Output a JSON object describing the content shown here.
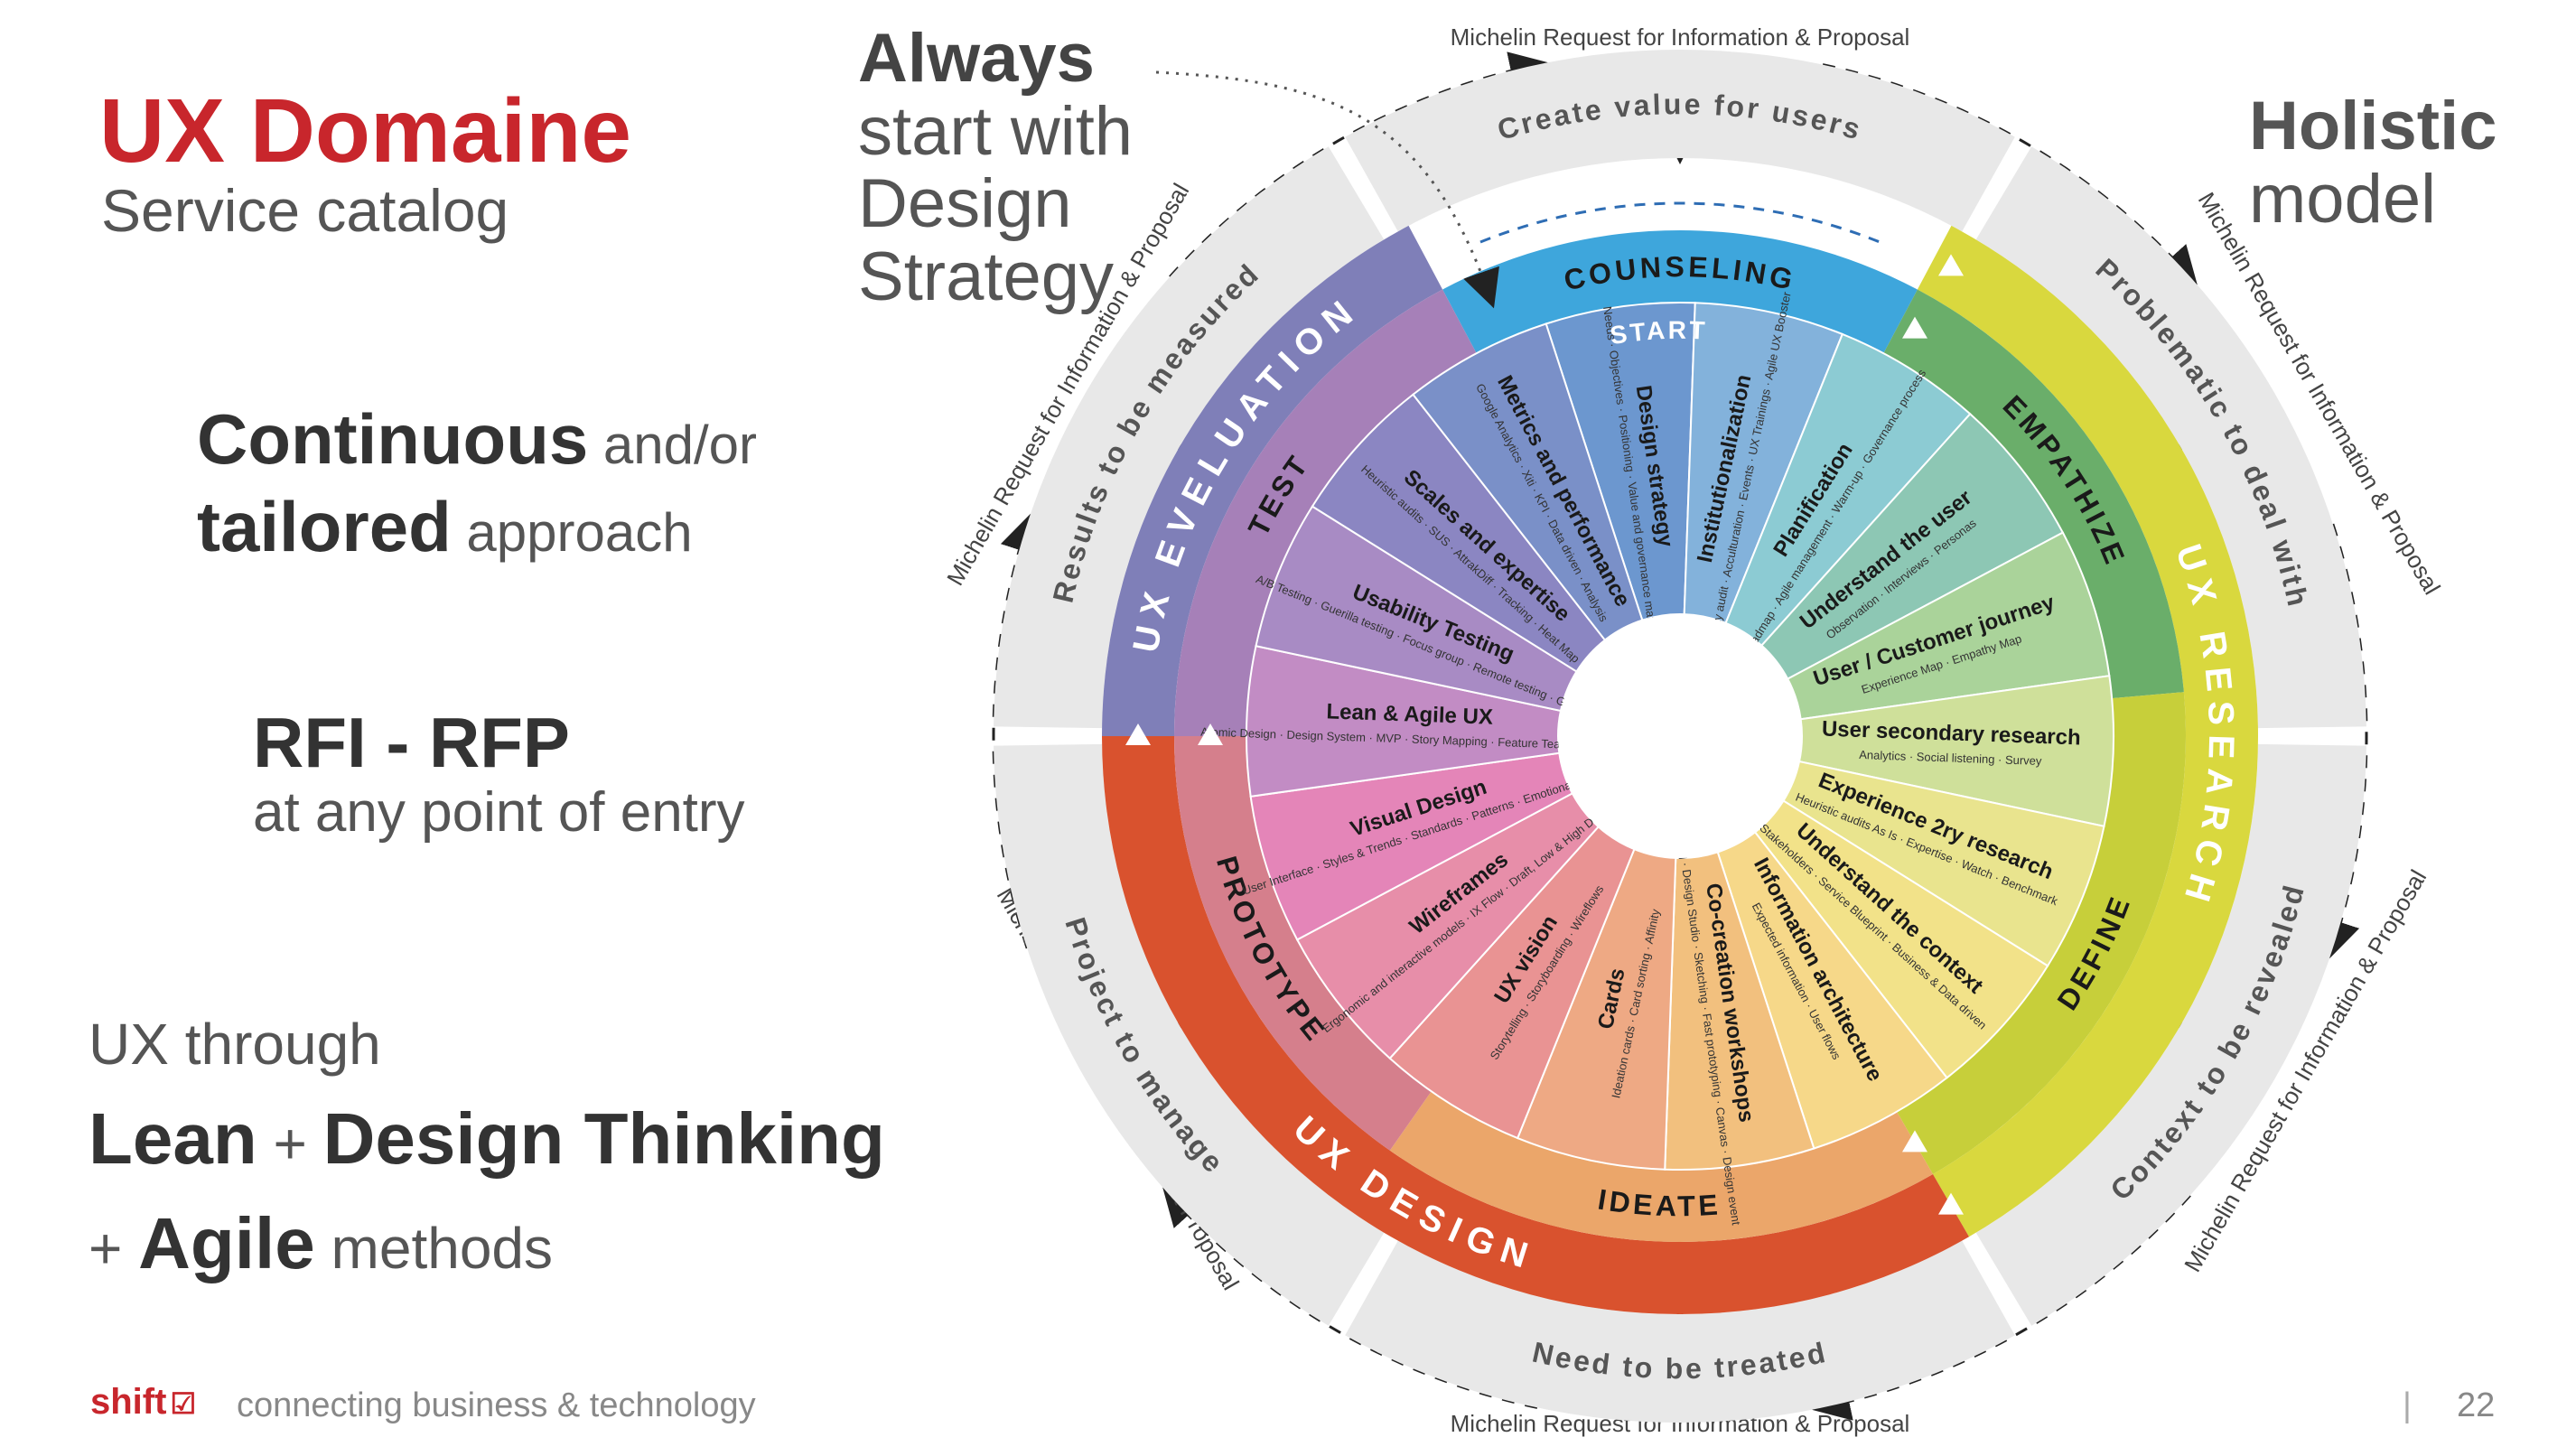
{
  "slide": {
    "title": "UX Domaine",
    "subtitle": "Service catalog",
    "always": {
      "bold": "Always",
      "line2": "start with",
      "line3": "Design",
      "line4": "Strategy"
    },
    "holistic": {
      "bold": "Holistic",
      "line2": "model"
    },
    "continuous": {
      "bold1": "Continuous",
      "rest1": " and/or",
      "bold2": "tailored",
      "rest2": " approach"
    },
    "rfi": {
      "bold": "RFI - RFP",
      "line2": "at any point of entry"
    },
    "lean": {
      "line1": "UX through",
      "bold1": "Lean",
      "plus1": " + ",
      "bold2": "Design Thinking",
      "plus2": "+ ",
      "bold3": "Agile",
      "rest": " methods"
    },
    "footer": {
      "logo": "shift",
      "tagline": "connecting business & technology",
      "separator": "|",
      "page_number": "22"
    }
  },
  "wheel": {
    "outer_ring": [
      "Create value for users",
      "Problematic to deal with",
      "Context to be revealed",
      "Need to be treated",
      "Project to manage",
      "Results to be measured"
    ],
    "rfp_labels": [
      "Michelin Request for Information & Proposal",
      "Michelin Request for Information & Proposal",
      "Michelin Request for Information & Proposal",
      "Michelin Request for Information & Proposal",
      "Michelin Request for Information & Proposal",
      "Michelin Request for Information & Proposal"
    ],
    "domains": [
      {
        "label": "UX RESEARCH",
        "color": "#d9d83e"
      },
      {
        "label": "UX DESIGN",
        "color": "#d9522e"
      },
      {
        "label": "UX EVELUATION",
        "color": "#7f7fb8"
      }
    ],
    "phases": [
      {
        "label": "COUNSELING",
        "color": "#3ea6dc"
      },
      {
        "label": "EMPATHIZE",
        "color": "#6aae6a"
      },
      {
        "label": "DEFINE",
        "color": "#c7cf3a"
      },
      {
        "label": "IDEATE",
        "color": "#eba66a"
      },
      {
        "label": "PROTOTYPE",
        "color": "#d57f8c"
      },
      {
        "label": "TEST",
        "color": "#a680b8"
      }
    ],
    "center_label": "START",
    "services": [
      {
        "name": "Design strategy",
        "sub": "Needs · Objectives · Positioning · Value and governance matrix",
        "color": "#6c97cf"
      },
      {
        "name": "Institutionalization",
        "sub": "Maturity audit · Acculturation · Events · UX Trainings · Agile UX Booster",
        "color": "#83b2db"
      },
      {
        "name": "Planification",
        "sub": "Roadmap · Agile management · Warm-up · Governance process",
        "color": "#8ccbd3"
      },
      {
        "name": "Understand the user",
        "sub": "Observation · Interviews · Personas",
        "color": "#8dc7b4"
      },
      {
        "name": "User / Customer journey",
        "sub": "Experience Map · Empathy Map",
        "color": "#aad39a"
      },
      {
        "name": "User secondary research",
        "sub": "Analytics · Social listening · Survey",
        "color": "#cfe09a"
      },
      {
        "name": "Experience 2ry research",
        "sub": "Heuristic audits As Is · Expertise · Watch · Benchmark",
        "color": "#e9e48e"
      },
      {
        "name": "Understand the context",
        "sub": "Stakeholders · Service Blueprint · Business & Data driven",
        "color": "#f2e289"
      },
      {
        "name": "Information architecture",
        "sub": "Expected information · User flows",
        "color": "#f6d889"
      },
      {
        "name": "Co-creation workshops",
        "sub": "Brainstorming · Design Studio · Sketching · Fast prototyping · Canvas · Design event",
        "color": "#f2c07e"
      },
      {
        "name": "Cards",
        "sub": "Ideation cards · Card sorting · Affinity",
        "color": "#eea984"
      },
      {
        "name": "UX vision",
        "sub": "Storytelling · Storyboarding · Wireflows",
        "color": "#e99393"
      },
      {
        "name": "Wireframes",
        "sub": "Ergonomic and interactive models · IX Flow · Draft, Low & High Definition",
        "color": "#e78ea9"
      },
      {
        "name": "Visual Design",
        "sub": "User Interface · Styles & Trends · Standards · Patterns · Emotional design",
        "color": "#e485b8"
      },
      {
        "name": "Lean & Agile UX",
        "sub": "Atomic Design · Design System · MVP · Story Mapping · Feature Teams · Sprint",
        "color": "#c28cc4"
      },
      {
        "name": "Usability Testing",
        "sub": "A/B Testing · Guerilla testing · Focus group · Remote testing · Games",
        "color": "#a88bc4"
      },
      {
        "name": "Scales and expertise",
        "sub": "Heuristic audits · SUS · AttrakDiff · Tracking · Heat Map",
        "color": "#8b86c2"
      },
      {
        "name": "Metrics and performance",
        "sub": "Google Analytics · Xiti · KPI · Data driven · Analysis",
        "color": "#7a90c8"
      }
    ]
  }
}
